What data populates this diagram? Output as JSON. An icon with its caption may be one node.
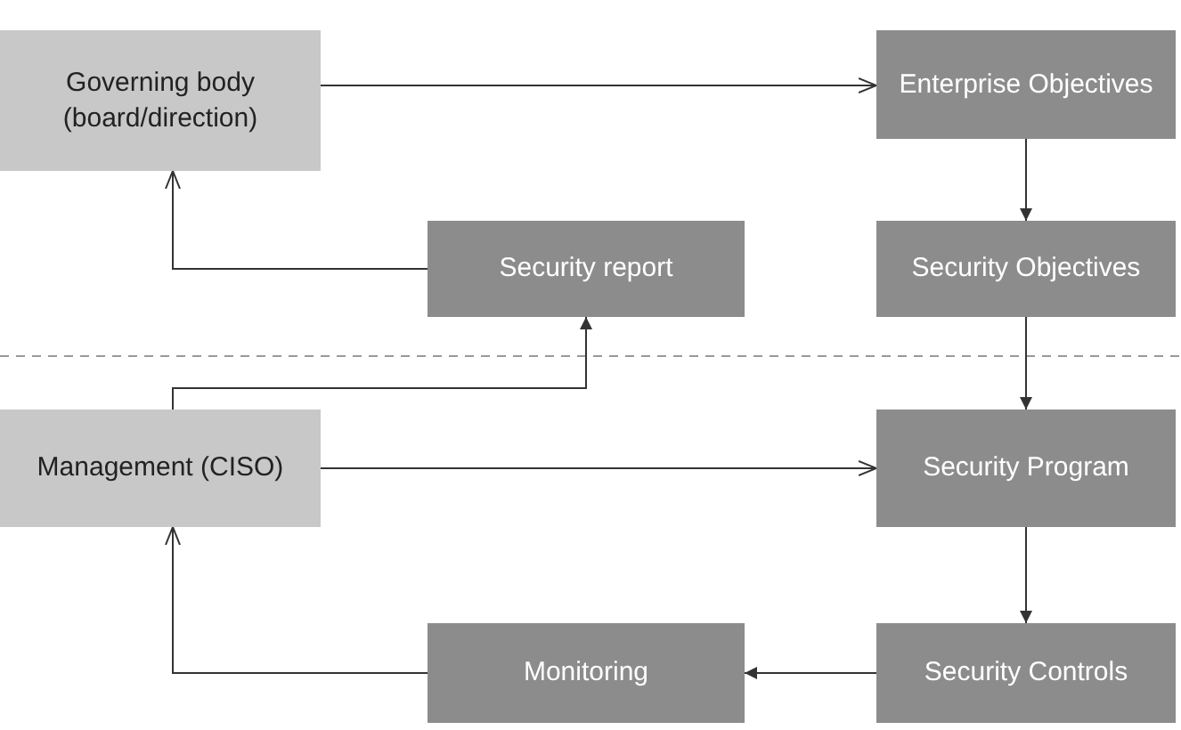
{
  "diagram": {
    "nodes": [
      {
        "text": [
          "Governing body (board/direction)"
        ]
      },
      {
        "text": [
          "Enterprise Objectives"
        ]
      },
      {
        "text": [
          "Security report"
        ]
      },
      {
        "text": [
          "Security Objectives"
        ]
      },
      {
        "text": [
          "Management (CISO)"
        ]
      },
      {
        "text": [
          "Security Program"
        ]
      },
      {
        "text": [
          "Monitoring"
        ]
      },
      {
        "text": [
          "Security Controls"
        ]
      }
    ],
    "edges": [
      {
        "from": 0,
        "to": 1,
        "arrow": "to"
      },
      {
        "from": 1,
        "to": 3,
        "arrow": "to"
      },
      {
        "from": 2,
        "to": 0,
        "arrow": "to"
      },
      {
        "from": 4,
        "to": 2,
        "arrow": "to"
      },
      {
        "from": 3,
        "to": 5,
        "arrow": "to"
      },
      {
        "from": 4,
        "to": 5,
        "arrow": "to"
      },
      {
        "from": 5,
        "to": 7,
        "arrow": "to"
      },
      {
        "from": 7,
        "to": 6,
        "arrow": "to"
      },
      {
        "from": 6,
        "to": 4,
        "arrow": "to"
      }
    ]
  }
}
